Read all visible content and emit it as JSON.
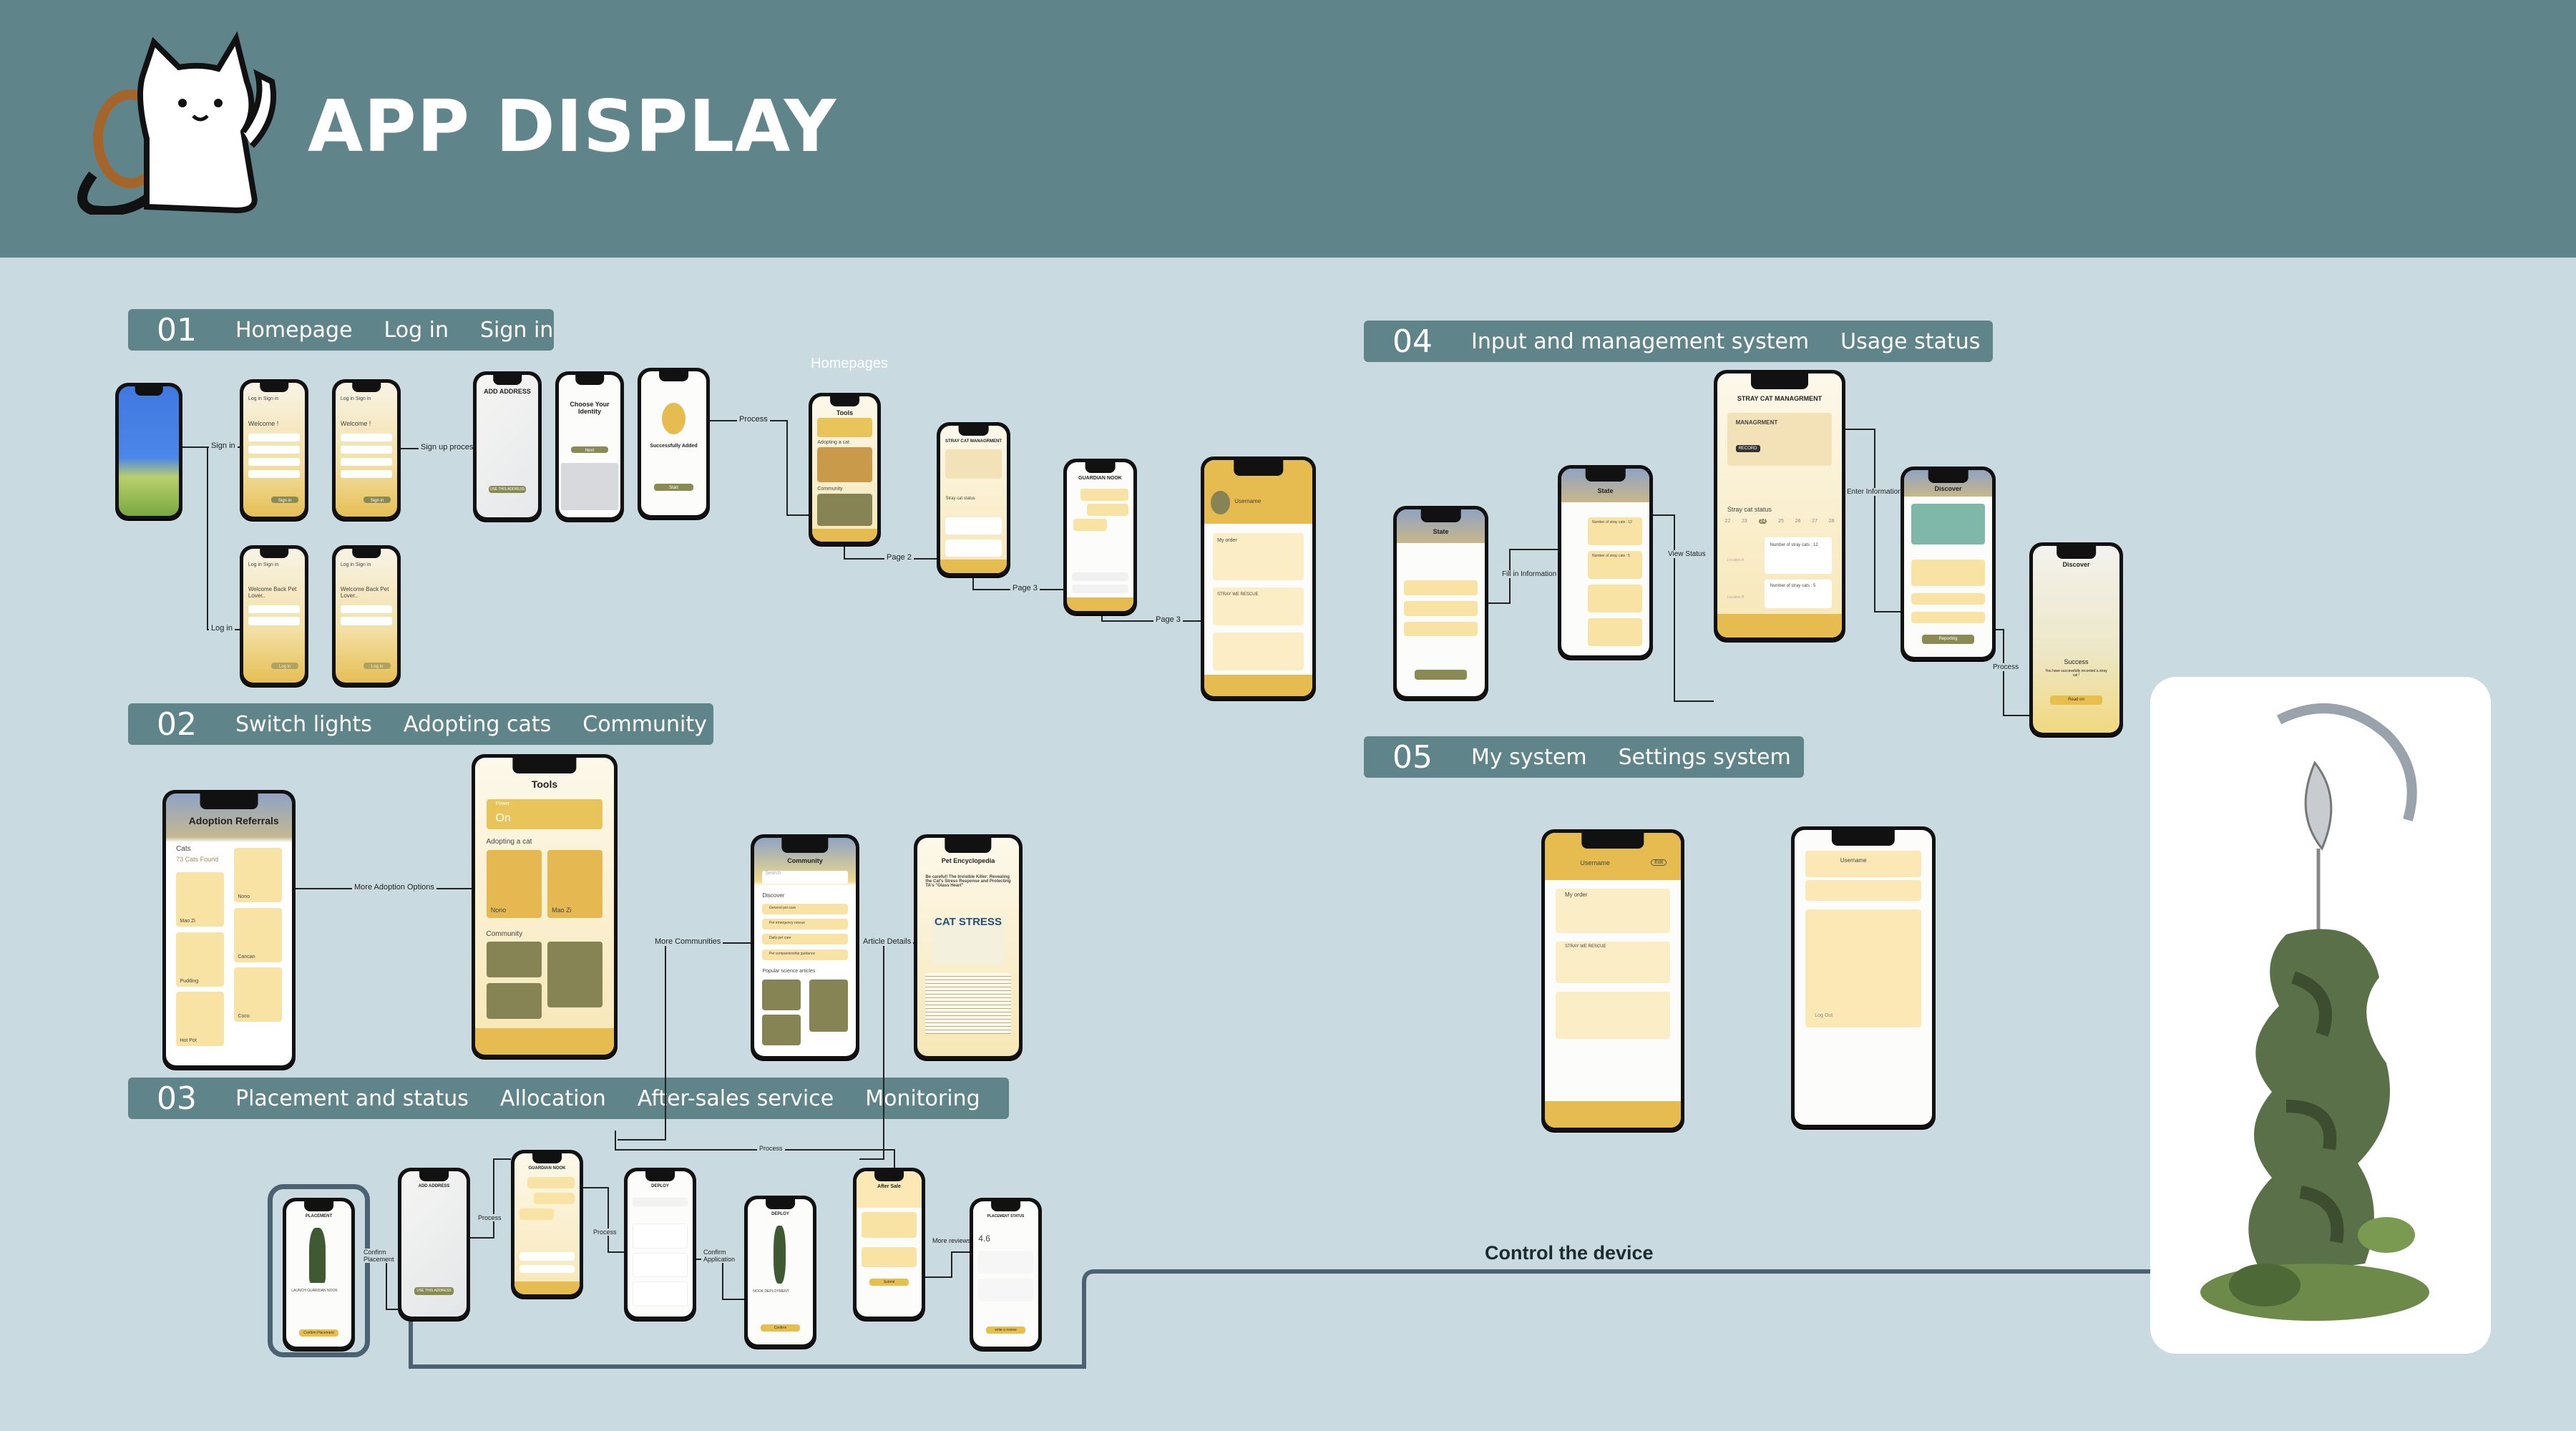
{
  "header": {
    "title": "APP DISPLAY"
  },
  "sections": [
    {
      "number": "01",
      "labels": [
        "Homepage",
        "Log in",
        "Sign in"
      ]
    },
    {
      "number": "02",
      "labels": [
        "Switch lights",
        "Adopting cats",
        "Community"
      ]
    },
    {
      "number": "03",
      "labels": [
        "Placement and status",
        "Allocation",
        "After-sales service",
        "Monitoring"
      ]
    },
    {
      "number": "04",
      "labels": [
        "Input and management system",
        "Usage status"
      ]
    },
    {
      "number": "05",
      "labels": [
        "My system",
        "Settings system"
      ]
    }
  ],
  "flow_labels": {
    "sign_in": "Sign in",
    "log_in": "Log in",
    "sign_up_process": "Sign up process",
    "process": "Process",
    "homepages": "Homepages",
    "page_2": "Page 2",
    "page_3": "Page 3",
    "more_adoption": "More Adoption Options",
    "more_communities": "More Communities",
    "article_details": "Article Details",
    "confirm_placement": "Confirm Placement",
    "confirm_application": "Confirm Application",
    "more_reviews": "More reviews",
    "fill_in": "Fill in Information",
    "view_status": "View Status",
    "enter_info": "Enter Information"
  },
  "phones": {
    "welcome": "Welcome !",
    "welcome_back": "Welcome Back Pet Lover..",
    "tabs_login": "Log in   Sign in",
    "sign_in_btn": "Sign in",
    "log_in_btn": "Log in",
    "add_address": "ADD ADDRESS",
    "identity": "Choose Your Identity",
    "next": "Next",
    "success_added": "Successfully Added",
    "start": "Start",
    "tools": "Tools",
    "power": "Power",
    "power_state": "On",
    "adopting": "Adopting a cat",
    "community": "Community",
    "more": "More",
    "stray_mgmt": "STRAY CAT MANAGRMENT",
    "management": "MANAGRMENT",
    "record": "RECORD",
    "stray_status": "Stray cat status",
    "guardian": "GUARDIAN NOOK",
    "username": "Username",
    "edit": "Edit",
    "my_order": "My order",
    "stray_rescue": "STRAY WE RESCUE",
    "adoption": "Adoption Referrals",
    "cats": "Cats",
    "cats_found": "73 Cats Found",
    "cat_names": [
      "Mao Zi",
      "Nono",
      "Pudding",
      "Cancan",
      "Hot Pot",
      "Coco"
    ],
    "search": "Search",
    "discover": "Discover",
    "articles": "Popular science articles",
    "discover_items": [
      "General pet care",
      "Pet emergency rescue",
      "Daily pet care",
      "Pet companionship guidance"
    ],
    "encyclopedia": "Pet Encyclopedia",
    "article_title": "Be careful! The Invisible Killer: Revealing the Cat's Stress Response and Protecting TA's \"Glass Heart\"",
    "cat_stress": "CAT STRESS",
    "placement": "PLACEMENT",
    "launch": "LAUNCH GUARDIAN NOOK",
    "confirm_placement_btn": "Confirm Placement",
    "use_address": "USE THIS ADDRESS",
    "deploy": "DEPLOY",
    "nook_deploy": "NOOK DEPLOYMENT",
    "confirm": "Confirm",
    "after_sale": "After Sale",
    "submit": "Submit",
    "placement_status": "PLACEMENT STATUS",
    "rating": "4.6",
    "write_review": "write a review",
    "state": "State",
    "cats_12": "Number of stray cats : 12",
    "cats_5": "Number of stray cats : 5",
    "location_a": "Location A",
    "location_b": "Location B",
    "days": [
      "22",
      "23",
      "24",
      "25",
      "26",
      "27",
      "28"
    ],
    "reporting": "Reporting",
    "success": "Success",
    "success_msg": "You have successfully recorded a stray cat !",
    "read_on": "Read on",
    "log_out": "Log Out"
  },
  "control_label": "Control the device",
  "colors": {
    "header": "#5f858b",
    "background": "#c9dae0",
    "accent_gold": "#e6bb4f",
    "olive": "#868454"
  }
}
